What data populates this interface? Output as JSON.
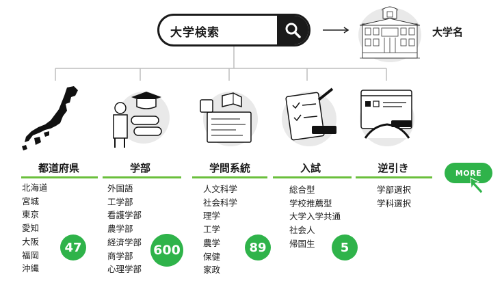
{
  "search": {
    "label": "大学検索"
  },
  "result": {
    "label": "大学名"
  },
  "more_button": {
    "label": "MORE"
  },
  "categories": [
    {
      "title": "都道府県",
      "items": [
        "北海道",
        "宮城",
        "東京",
        "愛知",
        "大阪",
        "福岡",
        "沖縄"
      ],
      "count": "47"
    },
    {
      "title": "学部",
      "items": [
        "外国語",
        "工学部",
        "看護学部",
        "農学部",
        "経済学部",
        "商学部",
        "心理学部"
      ],
      "count": "600"
    },
    {
      "title": "学問系統",
      "items": [
        "人文科学",
        "社会科学",
        "理学",
        "工学",
        "農学",
        "保健",
        "家政"
      ],
      "count": "89"
    },
    {
      "title": "入試",
      "items": [
        "総合型",
        "学校推薦型",
        "大学入学共通",
        "社会人",
        "帰国生"
      ],
      "count": "5"
    },
    {
      "title": "逆引き",
      "items": [
        "学部選択",
        "学科選択"
      ]
    }
  ],
  "colors": {
    "accent": "#2fb34a",
    "bar": "#6abf3b",
    "ink": "#1a1a1a"
  }
}
